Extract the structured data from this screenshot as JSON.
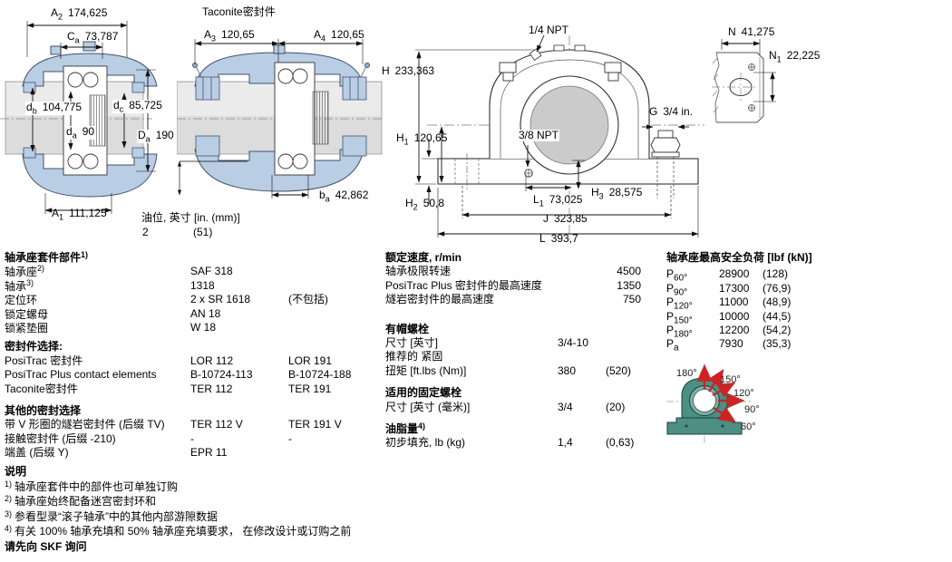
{
  "colors": {
    "housing_blue": "#b9cde4",
    "shaft_gray": "#dcdcdc",
    "teal": "#4d8f83",
    "arrow_red": "#cc2424"
  },
  "drawing1": {
    "dims": {
      "A2": {
        "sym": "A",
        "sub": "2",
        "val": "174,625"
      },
      "Ca": {
        "sym": "C",
        "sub": "a",
        "val": "73,787"
      },
      "db": {
        "sym": "d",
        "sub": "b",
        "val": "104,775"
      },
      "da": {
        "sym": "d",
        "sub": "a",
        "val": "90"
      },
      "dc": {
        "sym": "d",
        "sub": "c",
        "val": "85,725"
      },
      "Da": {
        "sym": "D",
        "sub": "a",
        "val": "190"
      },
      "A1": {
        "sym": "A",
        "sub": "1",
        "val": "111,125"
      }
    }
  },
  "drawing2": {
    "title": "Taconite密封件",
    "dims": {
      "A3": {
        "sym": "A",
        "sub": "3",
        "val": "120,65"
      },
      "A4": {
        "sym": "A",
        "sub": "4",
        "val": "120,65"
      },
      "ba": {
        "sym": "b",
        "sub": "a",
        "val": "42,862"
      }
    },
    "oil": {
      "label": "油位, 英寸 [in. (mm)]",
      "value": "2",
      "mm": "(51)"
    }
  },
  "drawing3": {
    "dims": {
      "npt14": "1/4 NPT",
      "npt38": "3/8 NPT",
      "H": {
        "sym": "H",
        "sub": "",
        "val": "233,363"
      },
      "H1": {
        "sym": "H",
        "sub": "1",
        "val": "120,65"
      },
      "H2": {
        "sym": "H",
        "sub": "2",
        "val": "50,8"
      },
      "H3": {
        "sym": "H",
        "sub": "3",
        "val": "28,575"
      },
      "L1": {
        "sym": "L",
        "sub": "1",
        "val": "73,025"
      },
      "J": {
        "sym": "J",
        "sub": "",
        "val": "323,85"
      },
      "L": {
        "sym": "L",
        "sub": "",
        "val": "393,7"
      },
      "G": {
        "sym": "G",
        "sub": "",
        "val": "3/4 in."
      }
    }
  },
  "drawing4": {
    "dims": {
      "N": {
        "sym": "N",
        "sub": "",
        "val": "41,275"
      },
      "N1": {
        "sym": "N",
        "sub": "1",
        "val": "22,225"
      }
    }
  },
  "parts": {
    "section_header": {
      "text": "轴承座套件部件",
      "sup": "1)"
    },
    "rows": [
      {
        "label": "轴承座",
        "sup": "2)",
        "v1": "SAF 318",
        "v2": ""
      },
      {
        "label": "轴承",
        "sup": "3)",
        "v1": "1318",
        "v2": ""
      },
      {
        "label": "定位环",
        "sup": "",
        "v1": "2 x SR 1618",
        "v2": "(不包括)"
      },
      {
        "label": "锁定螺母",
        "sup": "",
        "v1": "AN 18",
        "v2": ""
      },
      {
        "label": "锁紧垫圈",
        "sup": "",
        "v1": "W 18",
        "v2": ""
      }
    ],
    "seal_header": "密封件选择:",
    "seal_rows": [
      {
        "label": "PosiTrac 密封件",
        "v1": "LOR 112",
        "v2": "LOR 191"
      },
      {
        "label": "PosiTrac Plus contact elements",
        "v1": "B-10724-113",
        "v2": "B-10724-188"
      },
      {
        "label": "Taconite密封件",
        "v1": "TER 112",
        "v2": "TER 191"
      }
    ],
    "other_header": "其他的密封选择",
    "other_rows": [
      {
        "label": "带 V 形圈的燧岩密封件 (后缀 TV)",
        "v1": "TER 112 V",
        "v2": "TER 191 V"
      },
      {
        "label": "接触密封件 (后缀 -210)",
        "v1": "-",
        "v2": "-"
      },
      {
        "label": "端盖 (后缀 Y)",
        "v1": "EPR 11",
        "v2": ""
      }
    ]
  },
  "speeds": {
    "header": "额定速度, r/min",
    "rows": [
      {
        "label": "轴承极限转速",
        "val": "4500"
      },
      {
        "label": "PosiTrac Plus 密封件的最高速度",
        "val": "1350"
      },
      {
        "label": "燧岩密封件的最高速度",
        "val": "750"
      }
    ]
  },
  "cap_bolts": {
    "header": "有帽螺栓",
    "rows": [
      {
        "label": "尺寸 [英寸]",
        "v1": "3/4-10",
        "v2": ""
      },
      {
        "label": "推荐的 紧固",
        "v1": "",
        "v2": ""
      },
      {
        "label": "扭矩 [ft.lbs (Nm)]",
        "v1": "380",
        "v2": "(520)"
      }
    ]
  },
  "fixing_bolts": {
    "header": "适用的固定螺栓",
    "rows": [
      {
        "label": "尺寸 [英寸 (毫米)]",
        "v1": "3/4",
        "v2": "(20)"
      }
    ]
  },
  "grease": {
    "header": {
      "text": "油脂量",
      "sup": "4)"
    },
    "rows": [
      {
        "label": "初步填充, lb (kg)",
        "v1": "1,4",
        "v2": "(0,63)"
      }
    ]
  },
  "loads": {
    "header": "轴承座最高安全负荷 [lbf (kN)]",
    "rows": [
      {
        "sym": "P",
        "sub": "60°",
        "v1": "28900",
        "v2": "(128)"
      },
      {
        "sym": "P",
        "sub": "90°",
        "v1": "17300",
        "v2": "(76,9)"
      },
      {
        "sym": "P",
        "sub": "120°",
        "v1": "11000",
        "v2": "(48,9)"
      },
      {
        "sym": "P",
        "sub": "150°",
        "v1": "10000",
        "v2": "(44,5)"
      },
      {
        "sym": "P",
        "sub": "180°",
        "v1": "12200",
        "v2": "(54,2)"
      },
      {
        "sym": "P",
        "sub": "a",
        "v1": "7930",
        "v2": "(35,3)"
      }
    ]
  },
  "load_diagram": {
    "labels": [
      "180°",
      "150°",
      "120°",
      "90°",
      "60°"
    ]
  },
  "notes": {
    "header": "说明",
    "items": [
      {
        "sup": "1)",
        "text": "轴承座套件中的部件也可单独订购"
      },
      {
        "sup": "2)",
        "text": "轴承座始终配备迷宫密封环和"
      },
      {
        "sup": "3)",
        "text": "参看型录“滚子轴承”中的其他内部游隙数据"
      },
      {
        "sup": "4)",
        "text": "有关 100% 轴承充填和 50% 轴承座充填要求， 在修改设计或订购之前"
      }
    ],
    "footer": "请先向 SKF 询问"
  }
}
